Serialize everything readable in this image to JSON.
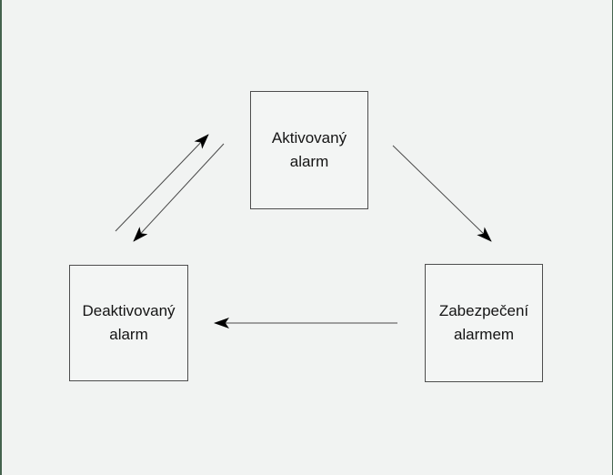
{
  "page": {
    "background_color": "#f1f3f2",
    "edge_accent_color": "#44634e"
  },
  "diagram": {
    "type": "state-diagram",
    "line_color": "#4a4a4a",
    "arrowhead_color": "#000000",
    "box_border_color": "#4d4d4d",
    "text_color": "#141414",
    "nodes": [
      {
        "id": "activated-alarm",
        "label": "Aktivovaný alarm",
        "lines": [
          "Aktivovaný",
          "alarm"
        ]
      },
      {
        "id": "deactivated-alarm",
        "label": "Deaktivovaný alarm",
        "lines": [
          "Deaktivovaný",
          "alarm"
        ]
      },
      {
        "id": "secured-by-alarm",
        "label": "Zabezpečení alarmem",
        "lines": [
          "Zabezpečení",
          "alarmem"
        ]
      }
    ],
    "edges": [
      {
        "from": "deactivated-alarm",
        "to": "activated-alarm",
        "direction": "up-right"
      },
      {
        "from": "activated-alarm",
        "to": "deactivated-alarm",
        "direction": "down-left"
      },
      {
        "from": "activated-alarm",
        "to": "secured-by-alarm",
        "direction": "down-right"
      },
      {
        "from": "secured-by-alarm",
        "to": "deactivated-alarm",
        "direction": "left"
      }
    ]
  }
}
